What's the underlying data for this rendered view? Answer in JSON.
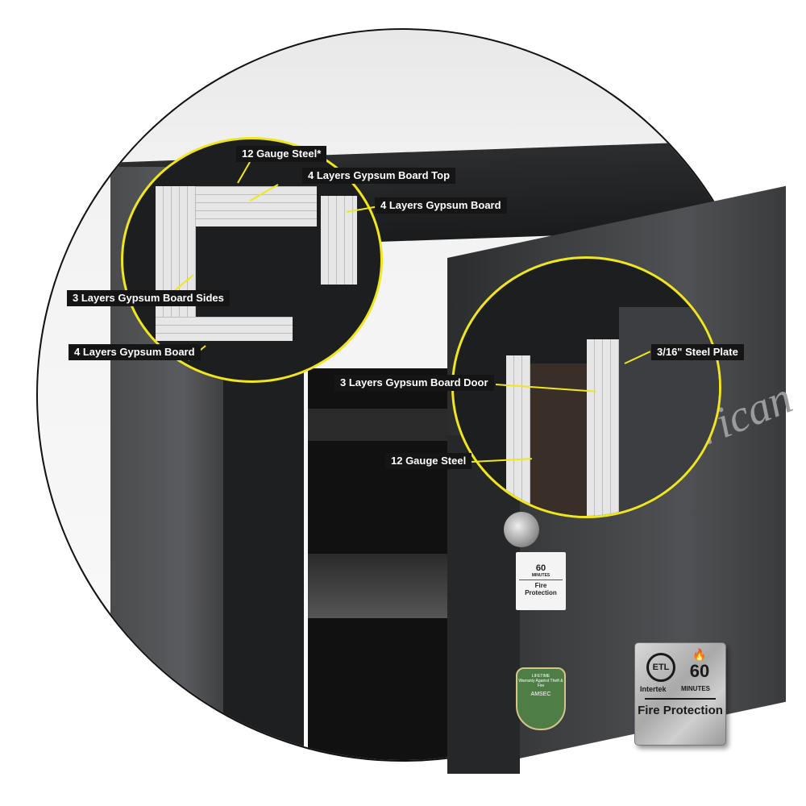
{
  "labels": {
    "gauge_steel_star": "12 Gauge Steel*",
    "gypsum_top": "4 Layers Gypsum Board Top",
    "gypsum_board_right": "4 Layers Gypsum Board",
    "gypsum_sides": "3 Layers Gypsum Board Sides",
    "gypsum_board_bottom": "4  Layers Gypsum Board",
    "gypsum_door": "3 Layers Gypsum Board Door",
    "gauge_steel": "12 Gauge Steel",
    "steel_plate": "3/16\" Steel Plate"
  },
  "brand_text": "American",
  "door_sticker": {
    "minutes": "60",
    "minutes_label": "MINUTES",
    "text": "Fire Protection"
  },
  "shield_badge": {
    "line1": "LIFETIME",
    "line2": "Warranty Against Theft & Fire",
    "line3": "AMSEC"
  },
  "badge": {
    "certifier_logo": "ETL",
    "certifier": "Intertek",
    "minutes": "60",
    "minutes_label": "MINUTES",
    "title": "Fire Protection",
    "icon": "flame-icon"
  },
  "colors": {
    "highlight": "#f0e61e",
    "label_bg": "#151515"
  }
}
